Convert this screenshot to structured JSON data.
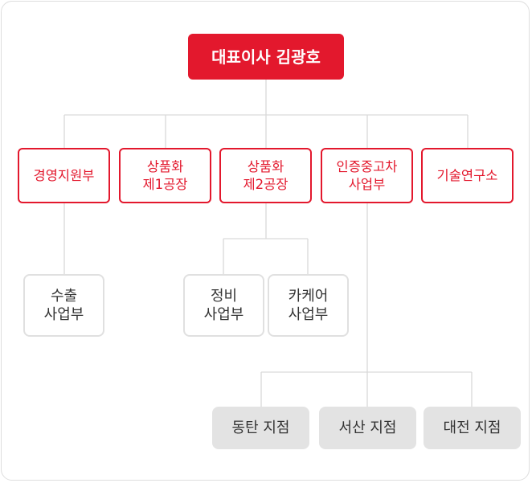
{
  "org": {
    "ceo": "대표이사 김광호",
    "departments": [
      "경영지원부",
      "상품화\n제1공장",
      "상품화\n제2공장",
      "인증중고차\n사업부",
      "기술연구소"
    ],
    "sub_units": {
      "management": [
        "수출\n사업부"
      ],
      "factory2": [
        "정비\n사업부",
        "카케어\n사업부"
      ]
    },
    "branches": [
      "동탄 지점",
      "서산 지점",
      "대전 지점"
    ]
  },
  "colors": {
    "accent": "#e3182d",
    "line": "#d9d9d9",
    "branch_bg": "#e3e3e3"
  }
}
